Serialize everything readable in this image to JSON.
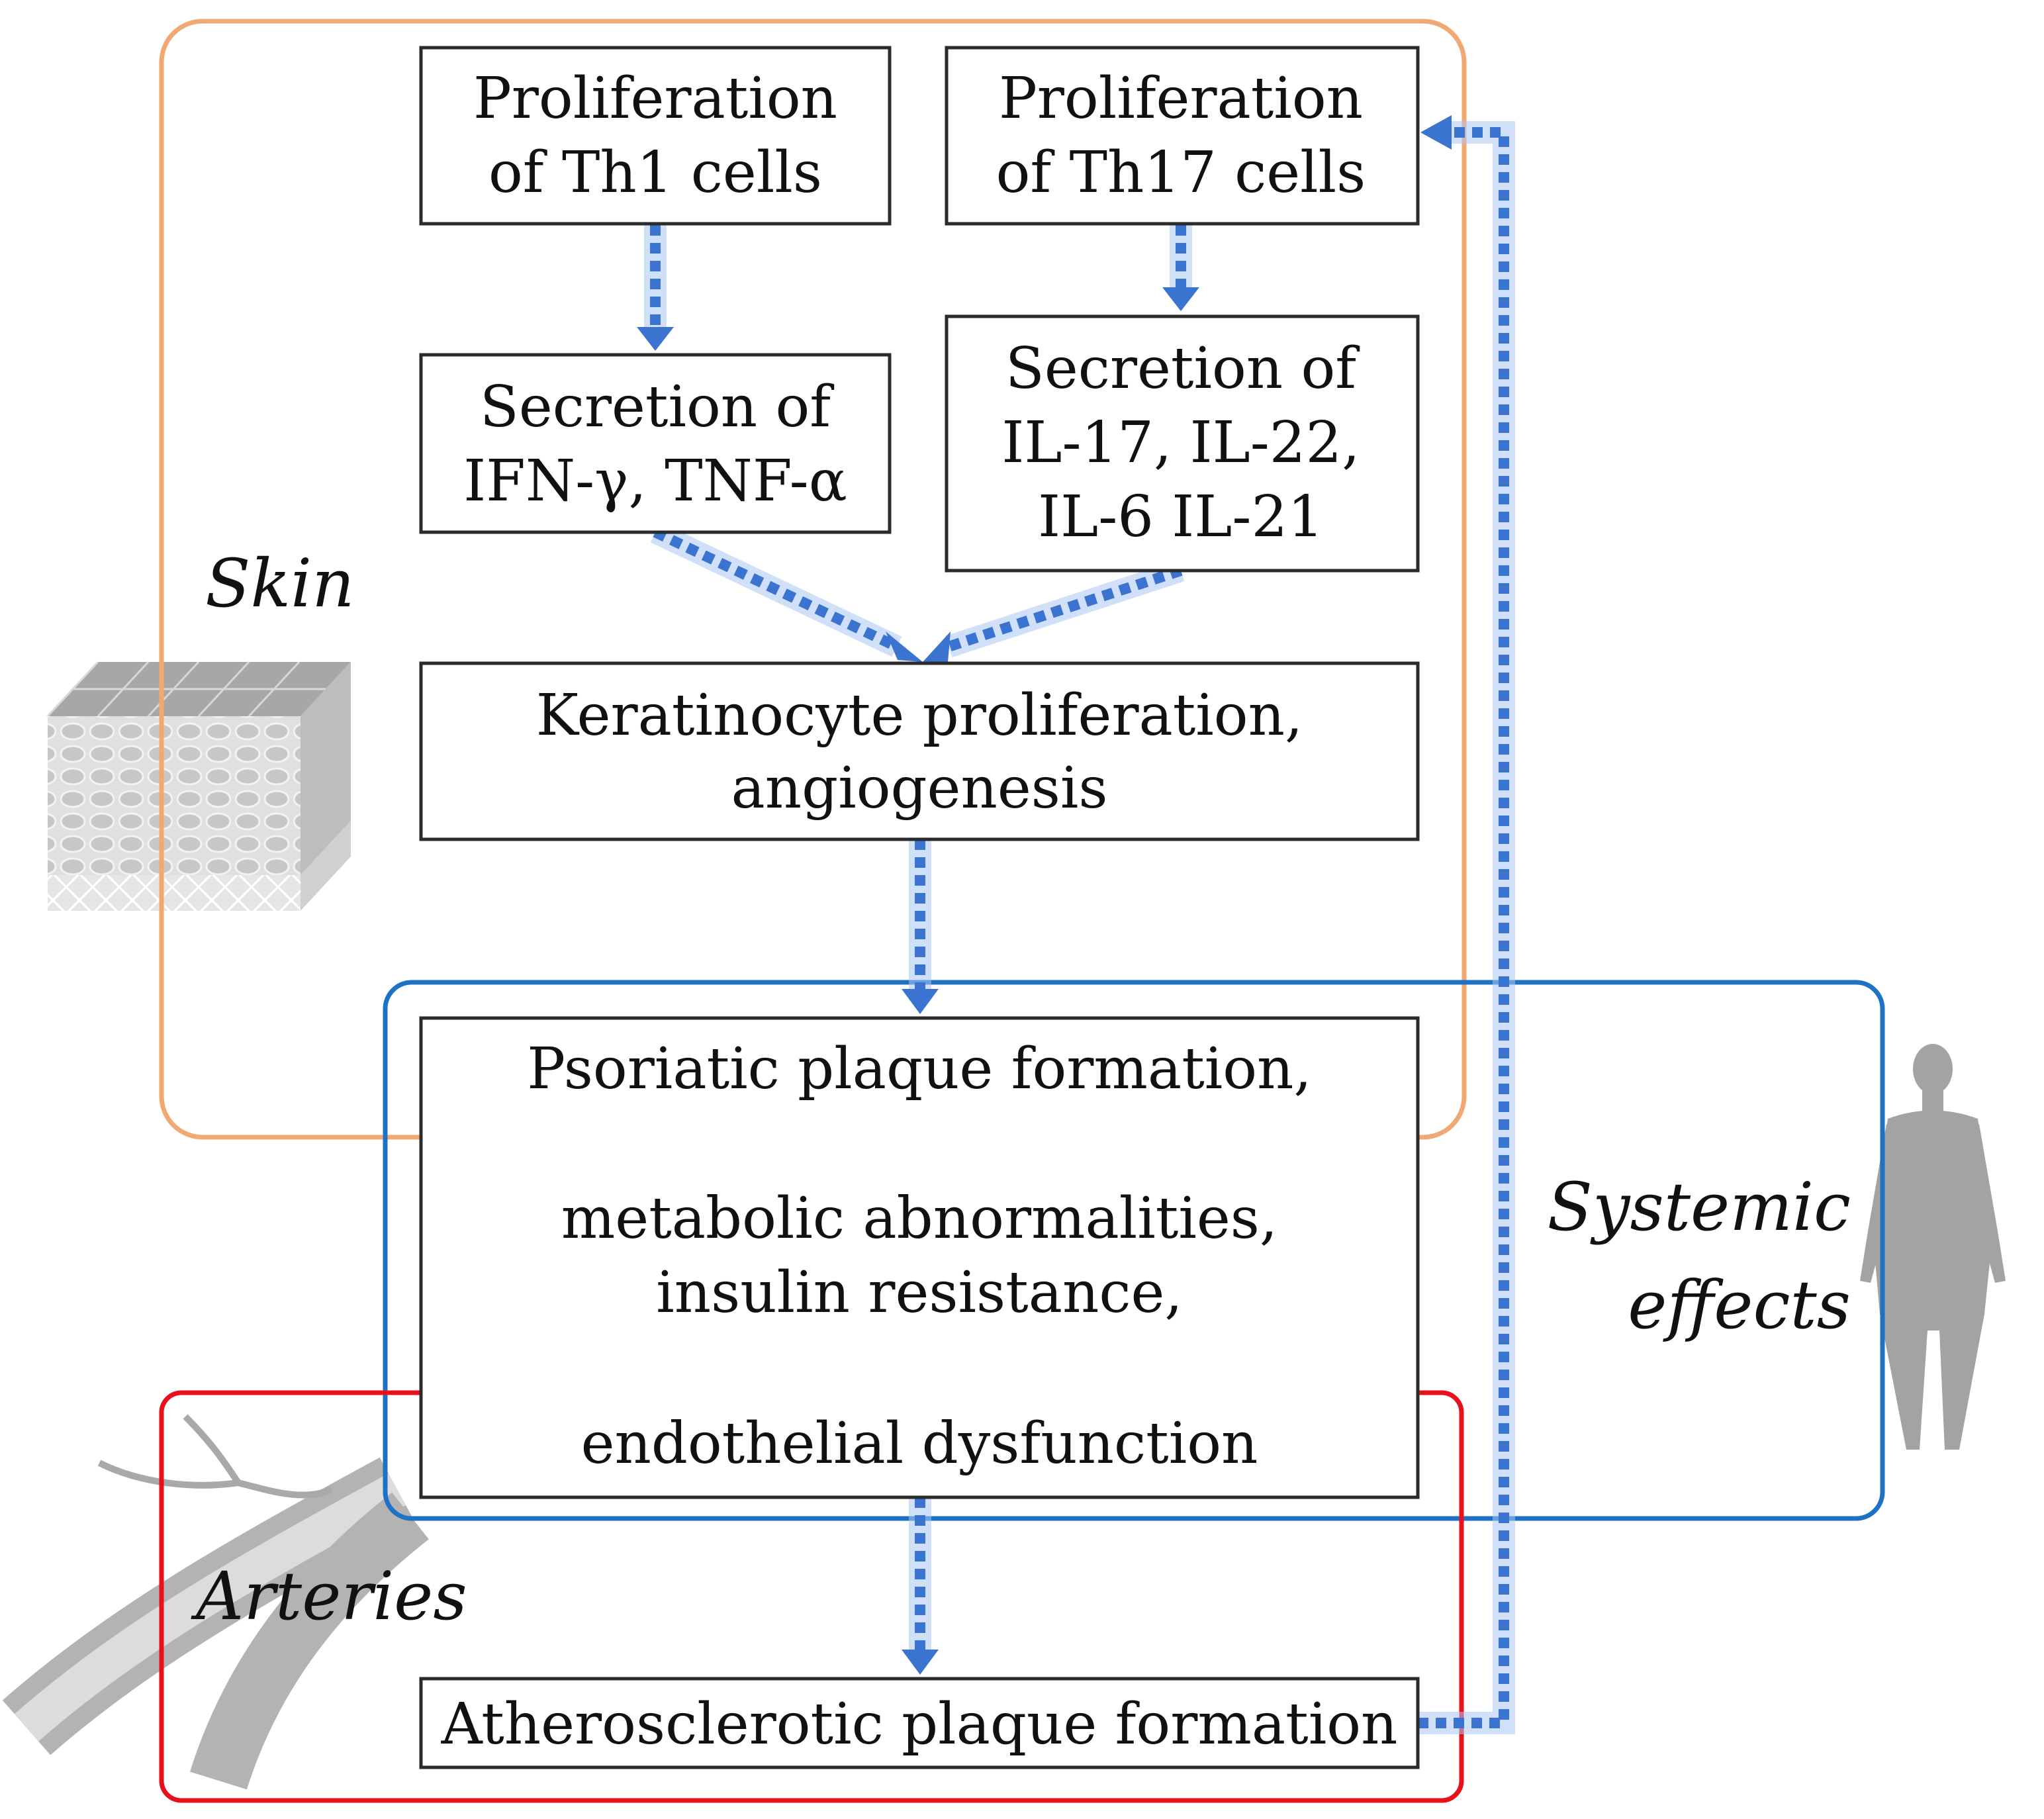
{
  "nodes": {
    "th1": {
      "lines": [
        "Proliferation",
        "of Th1 cells"
      ]
    },
    "th17": {
      "lines": [
        "Proliferation",
        "of Th17 cells"
      ]
    },
    "th1_secretion": {
      "lines": [
        "Secretion of",
        "IFN-γ, TNF-α"
      ]
    },
    "th17_secretion": {
      "lines": [
        "Secretion of",
        "IL-17, IL-22,",
        "IL-6 IL-21"
      ]
    },
    "keratinocyte": {
      "lines": [
        "Keratinocyte proliferation,",
        "angiogenesis"
      ]
    },
    "systemic": {
      "lines": [
        "Psoriatic plaque formation,",
        "metabolic abnormalities,",
        "insulin resistance,",
        "endothelial dysfunction"
      ]
    },
    "atherosclerotic": {
      "lines": [
        "Atherosclerotic plaque formation"
      ]
    }
  },
  "regions": {
    "skin": {
      "label": "Skin",
      "color": "#f2a873"
    },
    "systemic": {
      "lines": [
        "Systemic",
        "effects"
      ],
      "color": "#1e72c6"
    },
    "arteries": {
      "label": "Arteries",
      "color": "#e8101a"
    }
  },
  "illustrations": [
    "skin-layers-illustration",
    "human-silhouette-illustration",
    "artery-illustration"
  ],
  "flow_color": "#3a73d0"
}
